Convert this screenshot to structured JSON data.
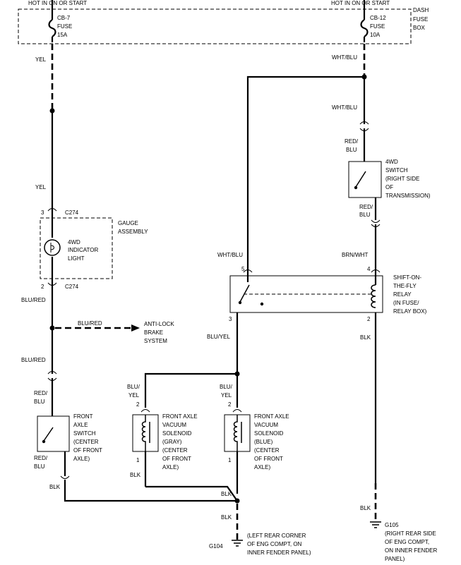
{
  "power": {
    "left_hot": "HOT IN ON OR START",
    "right_hot": "HOT IN ON OR START",
    "fuse_left_1": "CB-7",
    "fuse_left_2": "FUSE",
    "fuse_left_3": "15A",
    "fuse_right_1": "CB-12",
    "fuse_right_2": "FUSE",
    "fuse_right_3": "10A",
    "box_1": "DASH",
    "box_2": "FUSE",
    "box_3": "BOX"
  },
  "wires": {
    "yel_1": "YEL",
    "yel_2": "YEL",
    "wht_blu_1": "WHT/BLU",
    "wht_blu_2": "WHT/BLU",
    "red_blu_1a": "RED/",
    "red_blu_1b": "BLU",
    "red_blu_2a": "RED/",
    "red_blu_2b": "BLU",
    "wht_blu_3": "WHT/BLU",
    "brn_wht": "BRN/WHT",
    "blu_red_1": "BLU/RED",
    "blu_red_2": "BLU/RED",
    "blu_red_3": "BLU/RED",
    "blu_yel_main": "BLU/YEL",
    "red_blu_3a": "RED/",
    "red_blu_3b": "BLU",
    "blu_yel_1a": "BLU/",
    "blu_yel_1b": "YEL",
    "blu_yel_2a": "BLU/",
    "blu_yel_2b": "YEL",
    "red_blu_4a": "RED/",
    "red_blu_4b": "BLU",
    "blk_1": "BLK",
    "blk_2": "BLK",
    "blk_3": "BLK",
    "blk_4": "BLK",
    "blk_5": "BLK",
    "blk_6": "BLK"
  },
  "connectors": {
    "c274_top": "C274",
    "c274_bottom": "C274",
    "pin_3_gauge": "3",
    "pin_2_gauge": "2",
    "pin_5_relay": "5",
    "pin_4_relay": "4",
    "pin_3_relay": "3",
    "pin_2_relay": "2",
    "pin_2_sol_gray": "2",
    "pin_1_sol_gray": "1",
    "pin_2_sol_blue": "2",
    "pin_1_sol_blue": "1"
  },
  "components": {
    "switch_4wd": [
      "4WD",
      "SWITCH",
      "(RIGHT SIDE",
      "OF",
      "TRANSMISSION)"
    ],
    "gauge": [
      "GAUGE",
      "ASSEMBLY"
    ],
    "indicator": [
      "4WD",
      "INDICATOR",
      "LIGHT"
    ],
    "relay": [
      "SHIFT-ON-",
      "THE-FLY",
      "RELAY",
      "(IN FUSE/",
      "RELAY BOX)"
    ],
    "abs": [
      "ANTI-LOCK",
      "BRAKE",
      "SYSTEM"
    ],
    "axle_switch": [
      "FRONT",
      "AXLE",
      "SWITCH",
      "(CENTER",
      "OF FRONT",
      "AXLE)"
    ],
    "sol_gray": [
      "FRONT AXLE",
      "VACUUM",
      "SOLENOID",
      "(GRAY)",
      "(CENTER",
      "OF FRONT",
      "AXLE)"
    ],
    "sol_blue": [
      "FRONT AXLE",
      "VACUUM",
      "SOLENOID",
      "(BLUE)",
      "(CENTER",
      "OF FRONT",
      "AXLE)"
    ]
  },
  "grounds": {
    "g104": "G104",
    "g104_desc": [
      "(LEFT REAR CORNER",
      "OF ENG COMPT, ON",
      "INNER FENDER PANEL)"
    ],
    "g105": "G105",
    "g105_desc": [
      "(RIGHT REAR SIDE",
      "OF ENG COMPT,",
      "ON INNER FENDER",
      "PANEL)"
    ]
  }
}
